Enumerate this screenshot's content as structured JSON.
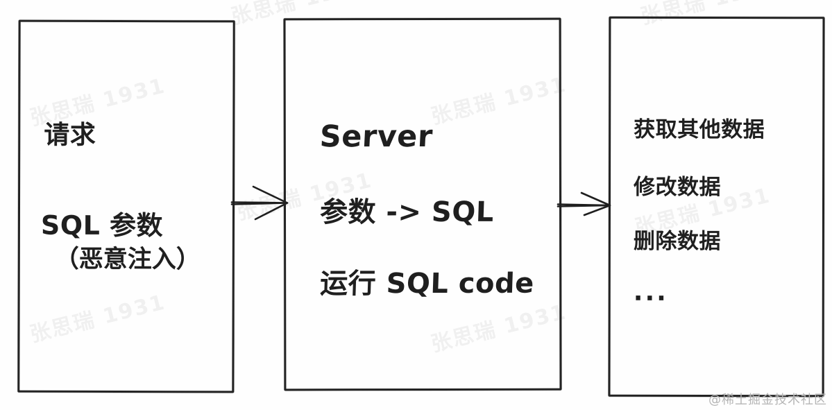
{
  "diagram": {
    "type": "flow",
    "boxes": [
      {
        "id": "request",
        "lines": [
          "请求",
          "SQL 参数",
          "（恶意注入）"
        ]
      },
      {
        "id": "server",
        "lines": [
          "Server",
          "参数 -> SQL",
          "运行 SQL code"
        ]
      },
      {
        "id": "result",
        "lines": [
          "获取其他数据",
          "修改数据",
          "删除数据",
          "..."
        ]
      }
    ],
    "arrows": [
      {
        "from": "request",
        "to": "server"
      },
      {
        "from": "server",
        "to": "result"
      }
    ]
  },
  "watermark": {
    "text": "张思瑞 1931"
  },
  "attribution": {
    "text": "@稀土掘金技术社区"
  },
  "colors": {
    "ink": "#1f1f1f",
    "background": "#fefefe",
    "attribution": "#b5b5b5"
  }
}
